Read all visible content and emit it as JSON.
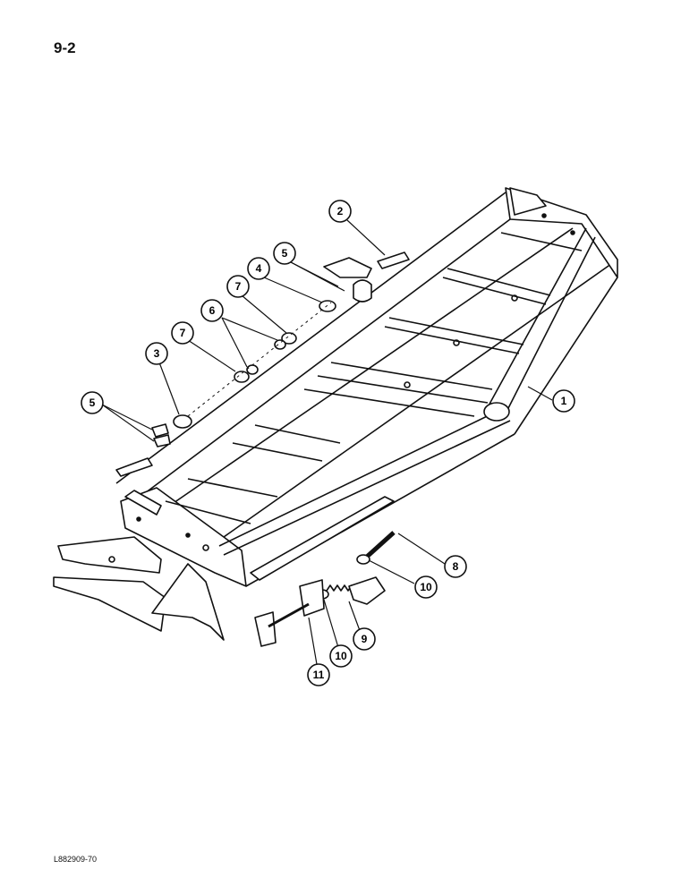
{
  "page_number": "9-2",
  "figure_code": "L882909-70",
  "callouts": [
    "1",
    "2",
    "3",
    "4",
    "5",
    "5",
    "6",
    "7",
    "7",
    "8",
    "9",
    "10",
    "10",
    "11"
  ]
}
